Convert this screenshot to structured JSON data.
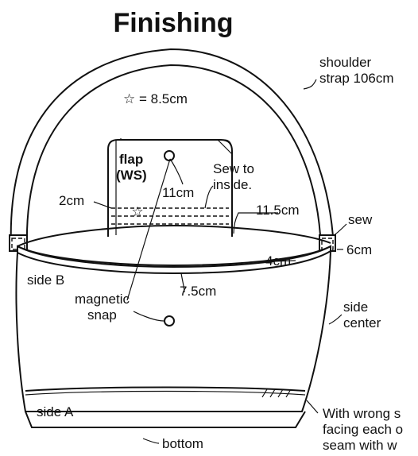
{
  "title": "Finishing",
  "legend_text": "☆ = 8.5cm",
  "labels": {
    "shoulder_strap_line1": "shoulder",
    "shoulder_strap_line2": "strap 106cm",
    "flap_line1": "flap",
    "flap_line2": "(WS)",
    "sew_to_line1": "Sew to",
    "sew_to_line2": "inside.",
    "flap_height": "11cm",
    "flap_side": "2cm",
    "width_top": "11.5cm",
    "sew": "sew",
    "strap_overlap": "6cm",
    "rim_offset": "4cm",
    "side_b": "side B",
    "snap_distance": "7.5cm",
    "magnetic_line1": "magnetic",
    "magnetic_line2": "snap",
    "side_center_line1": "side",
    "side_center_line2": "center",
    "side_a": "side A",
    "bottom": "bottom",
    "note_line1": "With wrong s",
    "note_line2": "facing each o",
    "note_line3": "seam with w"
  },
  "star_icon": "☆"
}
